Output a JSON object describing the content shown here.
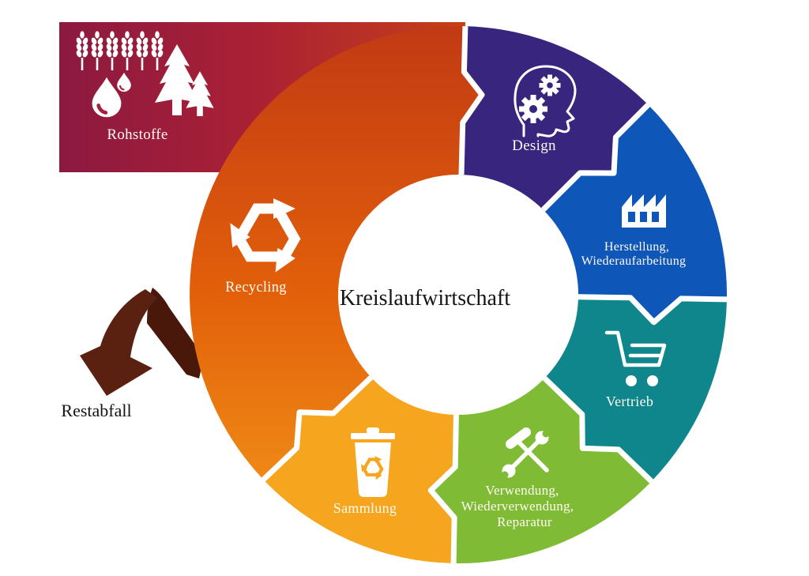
{
  "center": {
    "label": "Kreislaufwirtschaft"
  },
  "segments": [
    {
      "id": "design",
      "label_lines": [
        "Design"
      ],
      "color": "#37257E",
      "icon": "head-gears-icon"
    },
    {
      "id": "herstellung",
      "label_lines": [
        "Herstellung,",
        "Wiederaufarbeitung"
      ],
      "color": "#0E57B9",
      "icon": "factory-icon"
    },
    {
      "id": "vertrieb",
      "label_lines": [
        "Vertrieb"
      ],
      "color": "#0E868C",
      "icon": "shopping-cart-icon"
    },
    {
      "id": "verwendung",
      "label_lines": [
        "Verwendung,",
        "Wiederverwendung,",
        "Reparatur"
      ],
      "color": "#7FBB35",
      "icon": "hammer-wrench-icon"
    },
    {
      "id": "sammlung",
      "label_lines": [
        "Sammlung"
      ],
      "color": "#F6A51E",
      "icon": "trash-bin-recycle-icon"
    },
    {
      "id": "recycling",
      "label_lines": [
        "Recycling"
      ],
      "color": "gradient-red-orange",
      "icon": "recycle-arrows-icon"
    }
  ],
  "rohstoffe": {
    "label": "Rohstoffe",
    "icons": [
      "wheat-icon",
      "water-drops-icon",
      "pine-trees-icon"
    ]
  },
  "restabfall": {
    "label": "Restabfall"
  },
  "colors": {
    "background": "#FFFFFF",
    "divider": "#FFFFFF",
    "label": "#FFFBF2",
    "dark_text": "#141414",
    "rect_gradient": [
      "#8C1941",
      "#AB2134",
      "#C54018"
    ],
    "ring_gradient": [
      "#C23A14",
      "#E2600A",
      "#F59B1B"
    ],
    "window": "#0E57B9",
    "gear_hole": "#37257E",
    "tool_notch": "#7FBB35",
    "drop_shine": "#A81F3C",
    "bin_recycle": "#F6A51E",
    "arrow_front": "#5B2110",
    "arrow_back": "#4A180A"
  }
}
